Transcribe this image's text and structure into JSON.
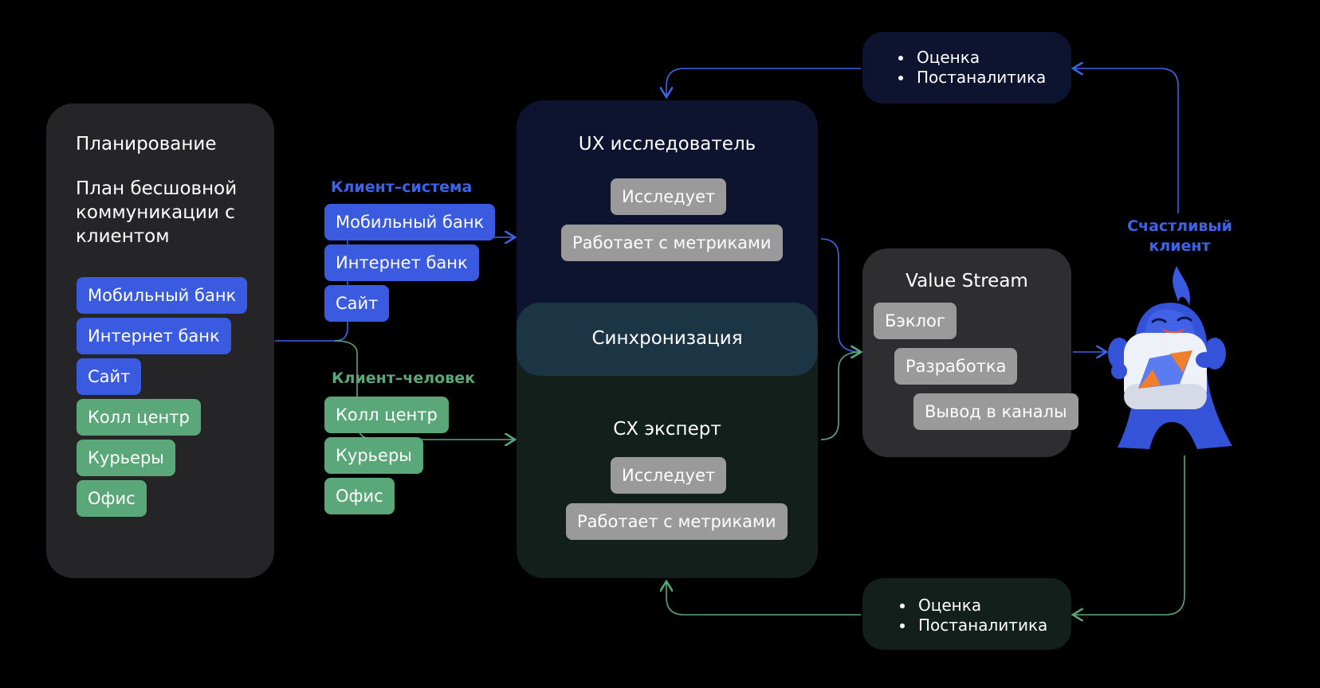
{
  "planning": {
    "title": "Планирование",
    "subtitle": "План бесшовной коммуникации с клиентом",
    "channels_blue": [
      "Мобильный банк",
      "Интернет банк",
      "Сайт"
    ],
    "channels_green": [
      "Колл центр",
      "Курьеры",
      "Офис"
    ]
  },
  "client_system": {
    "label": "Клиент–система",
    "items": [
      "Мобильный банк",
      "Интернет банк",
      "Сайт"
    ]
  },
  "client_human": {
    "label": "Клиент–человек",
    "items": [
      "Колл центр",
      "Курьеры",
      "Офис"
    ]
  },
  "ux": {
    "title": "UX исследователь",
    "actions": [
      "Исследует",
      "Работает с метриками"
    ]
  },
  "sync": {
    "title": "Синхронизация"
  },
  "cx": {
    "title": "CX эксперт",
    "actions": [
      "Исследует",
      "Работает с метриками"
    ]
  },
  "value_stream": {
    "title": "Value Stream",
    "steps": [
      "Бэклог",
      "Разработка",
      "Вывод в каналы"
    ]
  },
  "happy_client": {
    "label": "Счастливый клиент"
  },
  "feedback_top": {
    "items": [
      "Оценка",
      "Постаналитика"
    ]
  },
  "feedback_bottom": {
    "items": [
      "Оценка",
      "Постаналитика"
    ]
  },
  "colors": {
    "blue": "#3a5be0",
    "green": "#5aa879",
    "grey_pill": "#9a9a9a",
    "panel_dark": "#252527",
    "ux_bg": "#0e1430",
    "cx_bg": "#121f1a",
    "sync_bg": "#1c3544",
    "label_blue": "#3d63e8",
    "label_green": "#5aa879"
  },
  "icons": [
    "mascot-icon"
  ]
}
